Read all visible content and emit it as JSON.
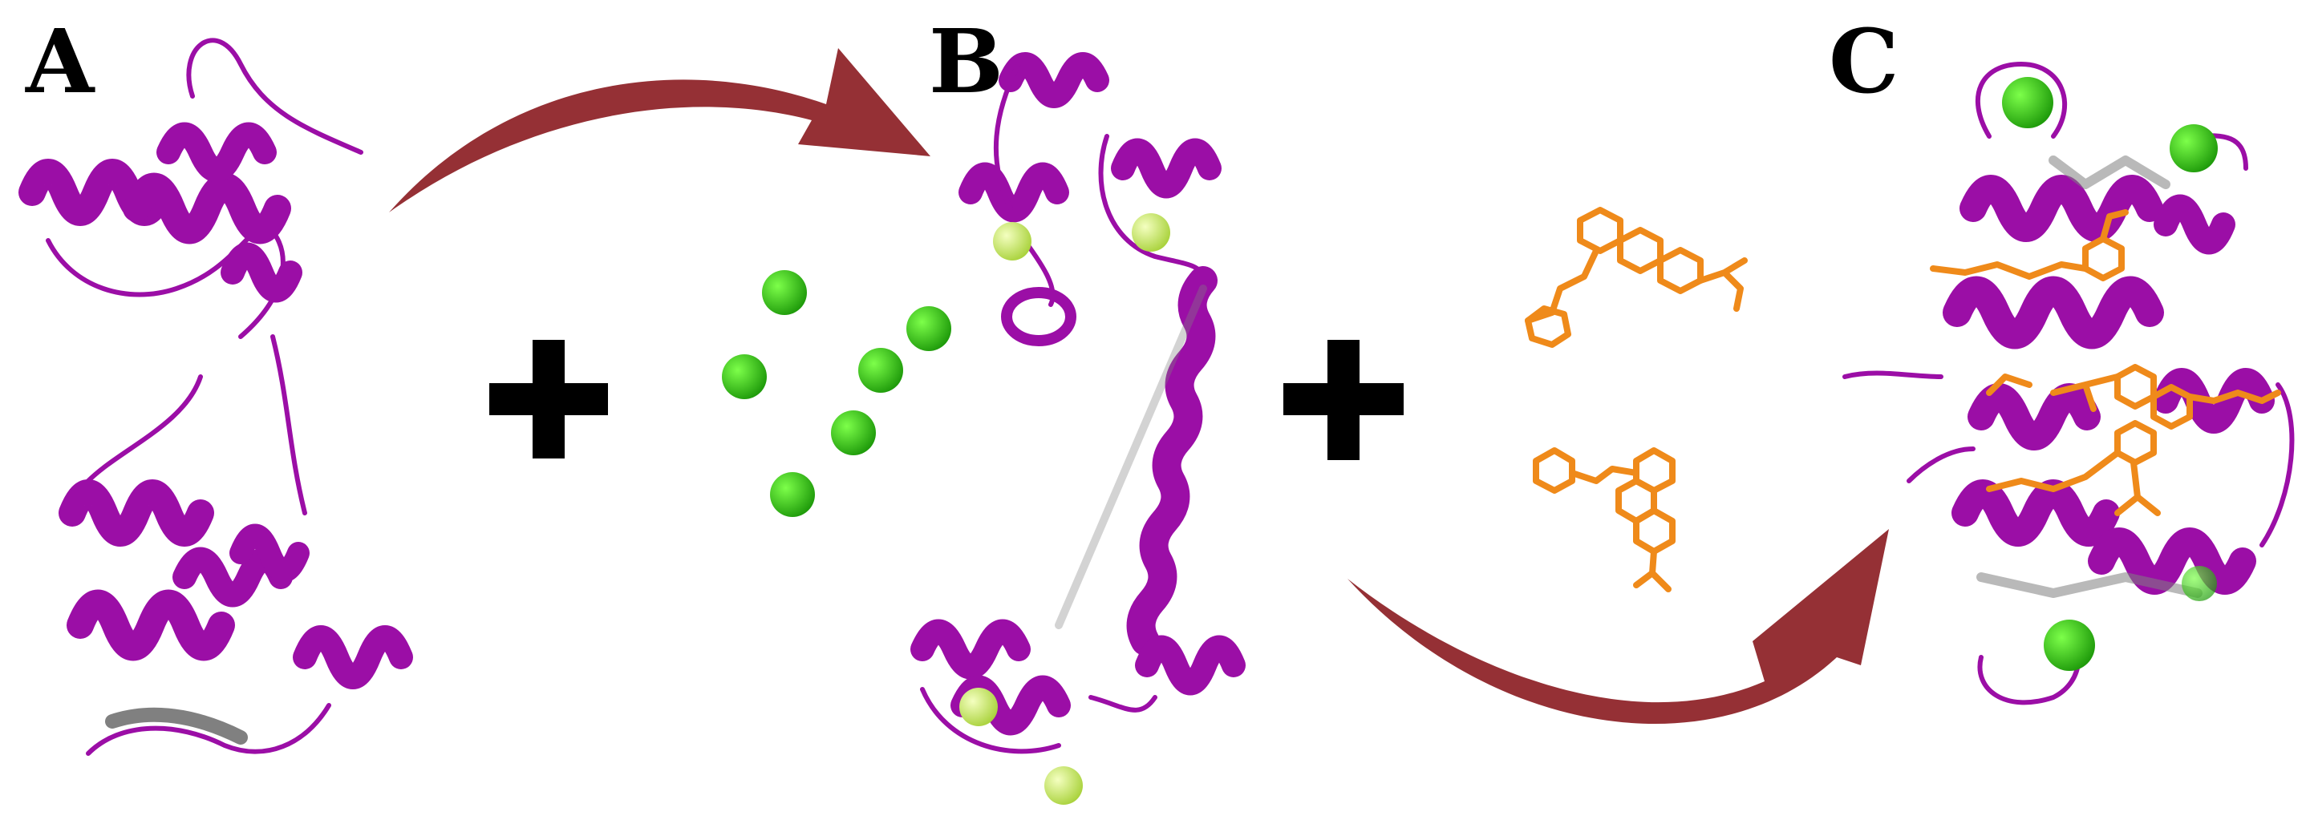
{
  "figure": {
    "panels": [
      {
        "id": "A",
        "label": "A"
      },
      {
        "id": "B",
        "label": "B"
      },
      {
        "id": "C",
        "label": "C"
      }
    ],
    "operators": [
      "+",
      "+"
    ]
  },
  "colors": {
    "protein_ribbon": "#9b0ea6",
    "protein_inner": "#808080",
    "calcium_free": "#2fcc14",
    "calcium_bound": "#c8ec6e",
    "ligand": "#ef8a1a",
    "arrow": "#953035",
    "text": "#000000"
  },
  "icons": {
    "protein_a": "calmodulin-apo-ribbon",
    "protein_b": "calmodulin-calcium-bound-ribbon",
    "protein_c": "calmodulin-ligand-complex-ribbon",
    "ions": "calcium-ion-sphere",
    "ligand": "drug-molecule-stick"
  }
}
